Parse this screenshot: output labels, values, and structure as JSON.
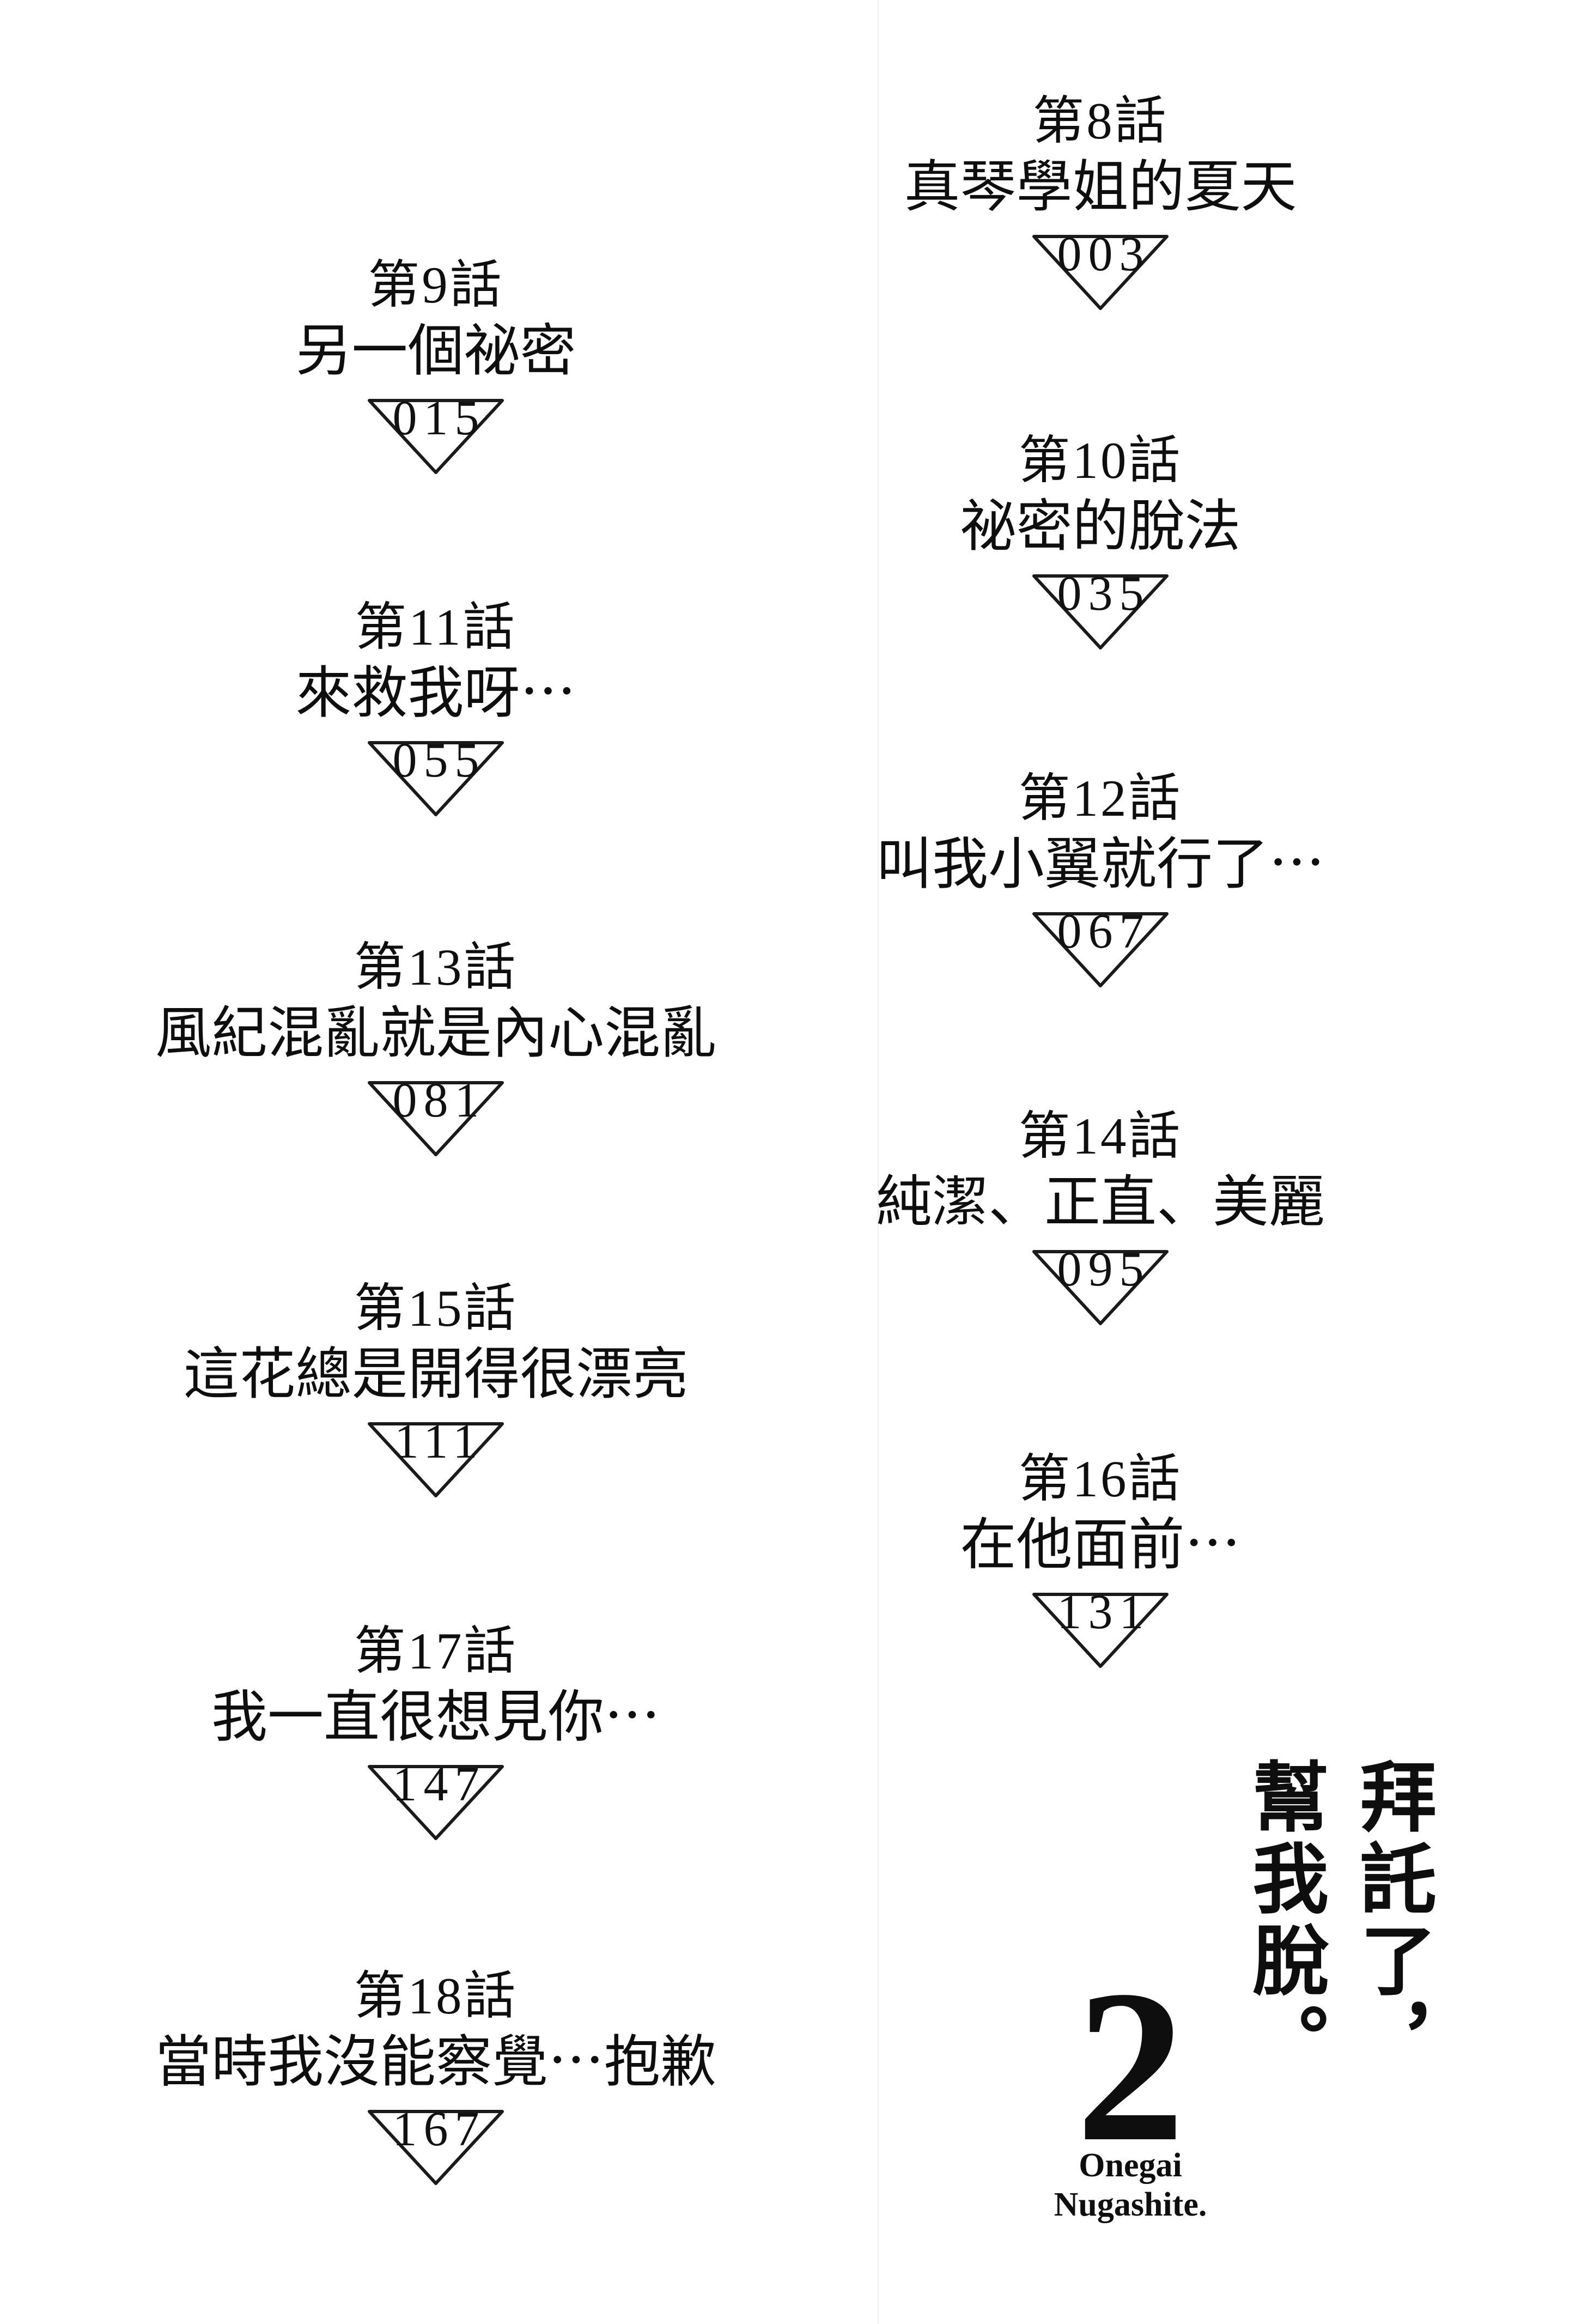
{
  "title_block": {
    "vertical_right": "拜託了，",
    "vertical_left": "幫我脫。",
    "volume_number": "2",
    "romaji_line1": "Onegai",
    "romaji_line2": "Nugashite."
  },
  "chapters": [
    {
      "label": "第8話",
      "title": "真琴學姐的夏天",
      "page": "003",
      "column": "right"
    },
    {
      "label": "第9話",
      "title": "另一個祕密",
      "page": "015",
      "column": "left"
    },
    {
      "label": "第10話",
      "title": "祕密的脫法",
      "page": "035",
      "column": "right"
    },
    {
      "label": "第11話",
      "title": "來救我呀⋯",
      "page": "055",
      "column": "left"
    },
    {
      "label": "第12話",
      "title": "叫我小翼就行了⋯",
      "page": "067",
      "column": "right"
    },
    {
      "label": "第13話",
      "title": "風紀混亂就是內心混亂",
      "page": "081",
      "column": "left"
    },
    {
      "label": "第14話",
      "title": "純潔、正直、美麗",
      "page": "095",
      "column": "right"
    },
    {
      "label": "第15話",
      "title": "這花總是開得很漂亮",
      "page": "111",
      "column": "left"
    },
    {
      "label": "第16話",
      "title": "在他面前⋯",
      "page": "131",
      "column": "right"
    },
    {
      "label": "第17話",
      "title": "我一直很想見你⋯",
      "page": "147",
      "column": "left"
    },
    {
      "label": "第18話",
      "title": "當時我沒能察覺⋯抱歉",
      "page": "167",
      "column": "left"
    }
  ]
}
